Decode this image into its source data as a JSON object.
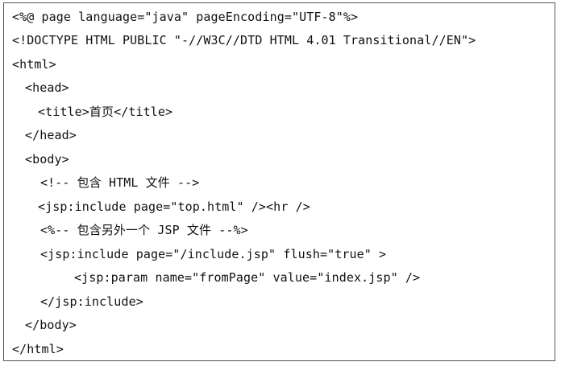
{
  "code": {
    "lines": [
      "<%@ page language=\"java\" pageEncoding=\"UTF-8\"%>",
      "<!DOCTYPE HTML PUBLIC \"-//W3C//DTD HTML 4.01 Transitional//EN\">",
      "<html>",
      "<head>",
      "<title>首页</title>",
      "</head>",
      "<body>",
      "<!-- 包含 HTML 文件 -->",
      "<jsp:include page=\"top.html\" /><hr />",
      "<%-- 包含另外一个 JSP 文件 --%>",
      "<jsp:include page=\"/include.jsp\" flush=\"true\" >",
      "<jsp:param name=\"fromPage\" value=\"index.jsp\" />",
      "</jsp:include>",
      "</body>",
      "</html>"
    ]
  }
}
